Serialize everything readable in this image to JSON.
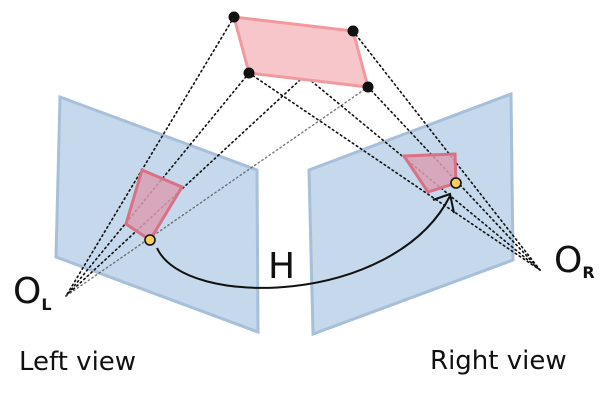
{
  "labels": {
    "homography": "H",
    "left_center_main": "O",
    "left_center_sub": "L",
    "right_center_main": "O",
    "right_center_sub": "R",
    "left_caption": "Left view",
    "right_caption": "Right view"
  },
  "colors": {
    "image_plane_fill": "#c5d8ec",
    "image_plane_stroke": "#a7bfd8",
    "world_plane_fill": "#f6c6ca",
    "world_plane_stroke": "#f2999f",
    "projection_fill": "#d99fb3",
    "projection_stroke": "#d97186",
    "highlight_point": "#fbcf5a"
  }
}
